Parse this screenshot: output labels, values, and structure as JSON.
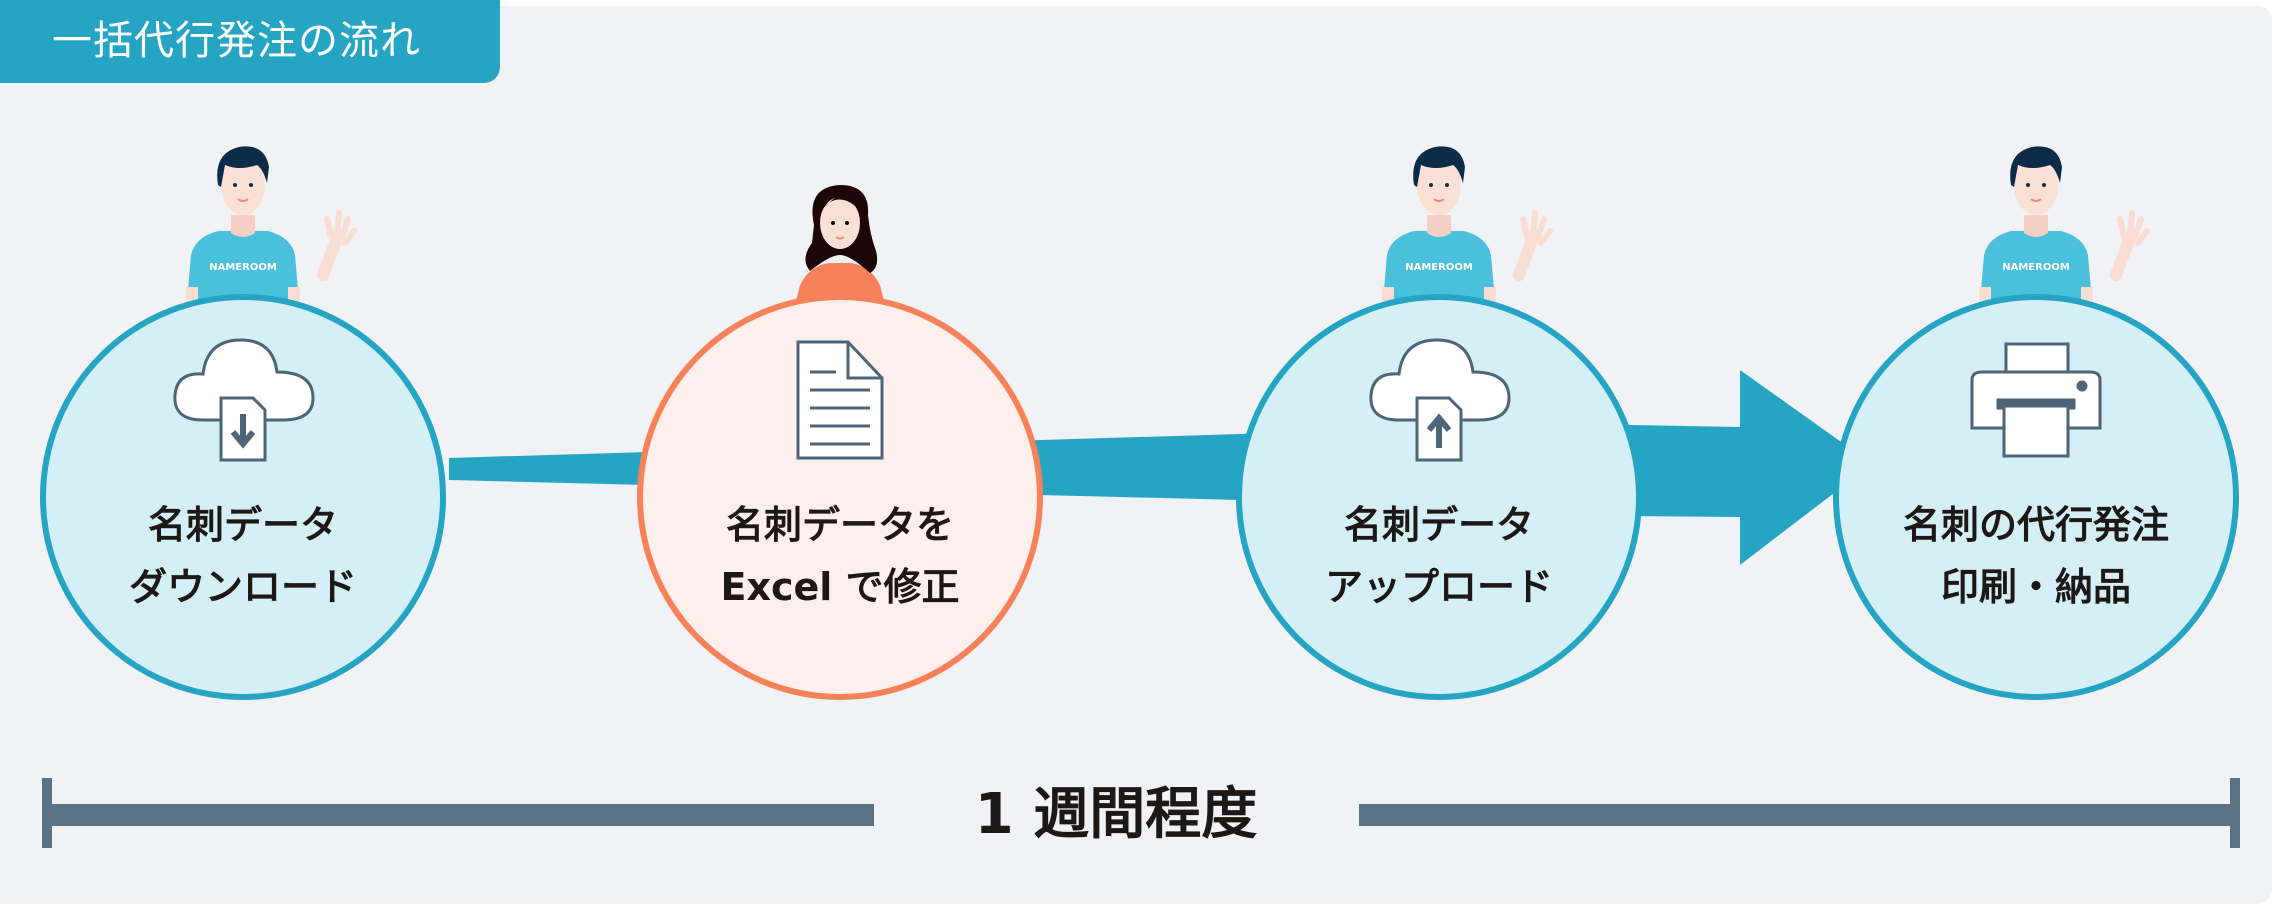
{
  "title": "一括代行発注の流れ",
  "steps": [
    {
      "line1": "名刺データ",
      "line2": "ダウンロード",
      "icon": "cloud-download-icon",
      "person": "staff-man"
    },
    {
      "line1": "名刺データを",
      "line2": "Excel で修正",
      "icon": "document-icon",
      "person": "customer-woman"
    },
    {
      "line1": "名刺データ",
      "line2": "アップロード",
      "icon": "cloud-upload-icon",
      "person": "staff-man"
    },
    {
      "line1": "名刺の代行発注",
      "line2": "印刷・納品",
      "icon": "printer-icon",
      "person": "staff-man"
    }
  ],
  "shirt_logo": "NAMEROOM",
  "duration": "1 週間程度",
  "colors": {
    "accent": "#25a4c4",
    "circle_fill": "#d4f0f6",
    "customer_accent": "#f7825a",
    "customer_fill": "#fdefeb",
    "timeline": "#5b7386",
    "background": "#f0f2f6"
  }
}
